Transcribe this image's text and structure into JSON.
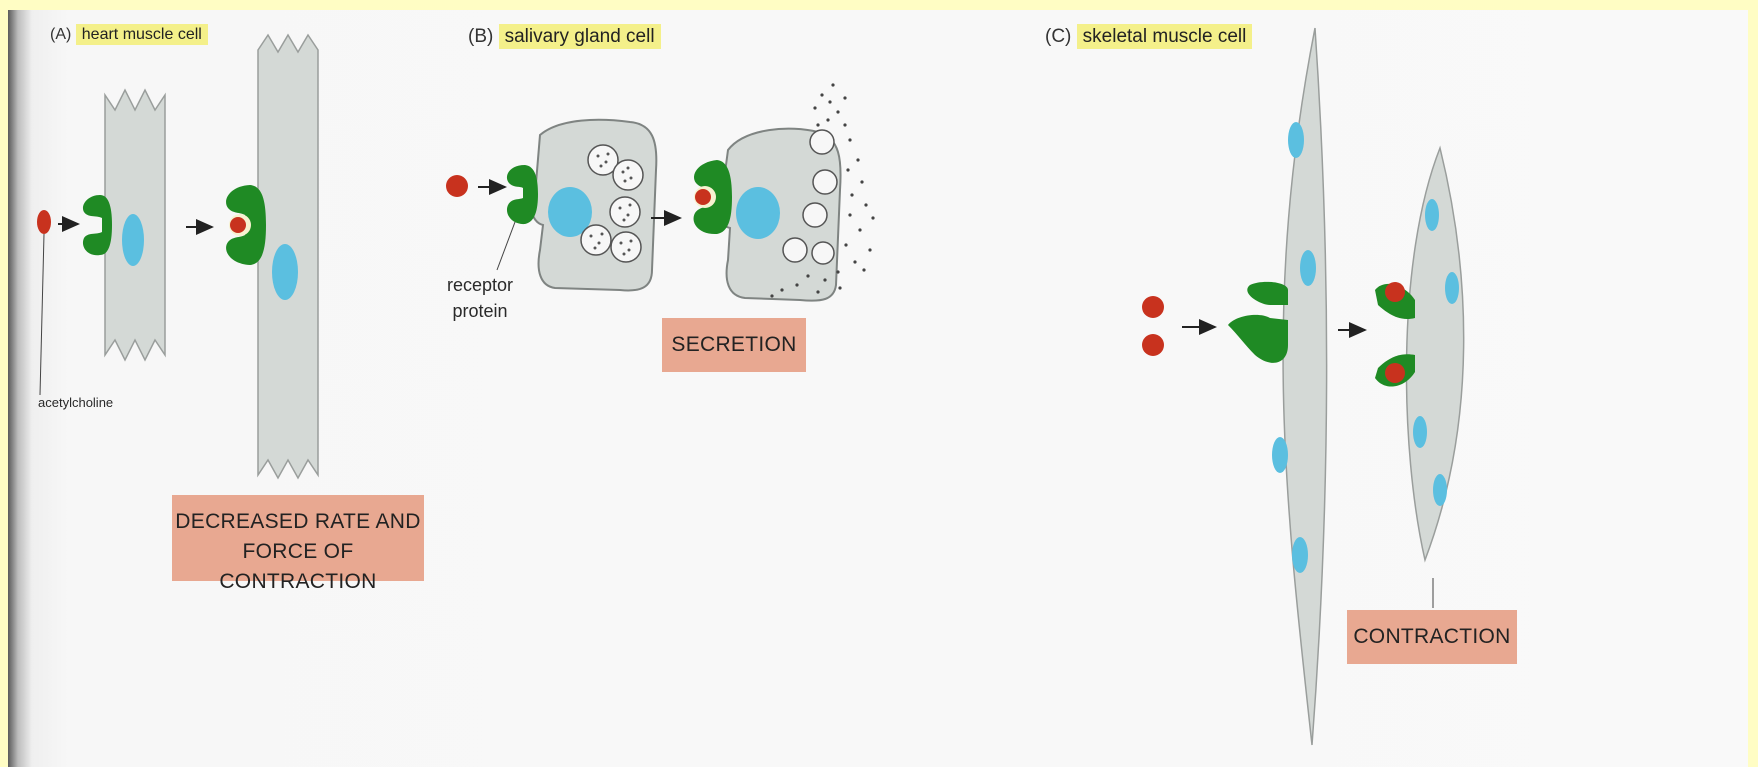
{
  "panels": {
    "a": {
      "prefix": "(A)",
      "title": "heart muscle cell",
      "ligand_label": "acetylcholine",
      "outcome_line1": "DECREASED RATE AND",
      "outcome_line2": "FORCE OF CONTRACTION"
    },
    "b": {
      "prefix": "(B)",
      "title": "salivary gland cell",
      "receptor_line1": "receptor",
      "receptor_line2": "protein",
      "outcome": "SECRETION"
    },
    "c": {
      "prefix": "(C)",
      "title": "skeletal muscle cell",
      "outcome": "CONTRACTION"
    }
  },
  "colors": {
    "background": "#fffdc4",
    "highlight": "#f4f08a",
    "outcome_box": "#e8a891",
    "cell_fill": "#d4d9d6",
    "nucleus": "#5bbfe0",
    "receptor": "#1f8a24",
    "ligand": "#c8321e"
  }
}
